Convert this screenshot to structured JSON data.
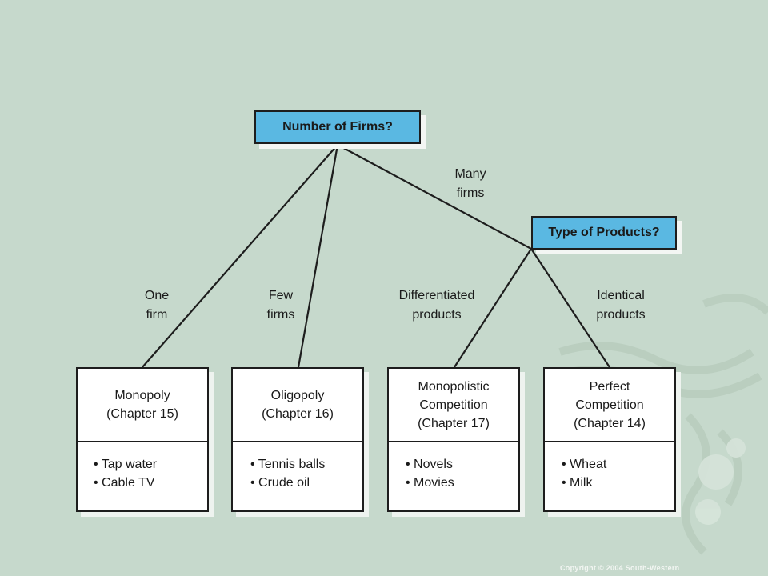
{
  "questions": {
    "number_of_firms": "Number of Firms?",
    "type_of_products": "Type of Products?"
  },
  "edges": {
    "one_firm": [
      "One",
      "firm"
    ],
    "few_firms": [
      "Few",
      "firms"
    ],
    "many_firms": [
      "Many",
      "firms"
    ],
    "differentiated": [
      "Differentiated",
      "products"
    ],
    "identical": [
      "Identical",
      "products"
    ]
  },
  "outcomes": [
    {
      "lines": [
        "Monopoly",
        "(Chapter 15)"
      ],
      "examples": [
        "• Tap water",
        "• Cable TV"
      ]
    },
    {
      "lines": [
        "Oligopoly",
        "(Chapter 16)"
      ],
      "examples": [
        "• Tennis balls",
        "• Crude oil"
      ]
    },
    {
      "lines": [
        "Monopolistic",
        "Competition",
        "(Chapter 17)"
      ],
      "examples": [
        "• Novels",
        "• Movies"
      ]
    },
    {
      "lines": [
        "Perfect",
        "Competition",
        "(Chapter 14)"
      ],
      "examples": [
        "• Wheat",
        "• Milk"
      ]
    }
  ],
  "copyright": "Copyright © 2004  South-Western",
  "colors": {
    "background": "#c6d9cc",
    "question_fill": "#5ab8e2",
    "outcome_fill": "#ffffff",
    "line": "#1d1d1d"
  }
}
